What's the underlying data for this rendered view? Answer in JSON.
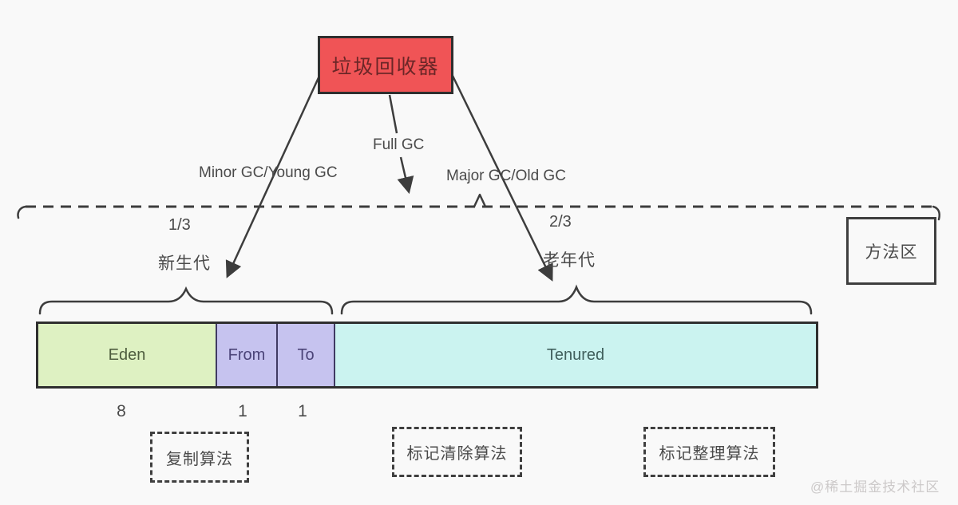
{
  "diagram": {
    "collector": {
      "label": "垃圾回收器"
    },
    "gc_paths": {
      "minor": "Minor GC/Young GC",
      "full": "Full GC",
      "major": "Major GC/Old GC"
    },
    "young_generation": {
      "fraction": "1/3",
      "label": "新生代"
    },
    "old_generation": {
      "fraction": "2/3",
      "label": "老年代"
    },
    "method_area": {
      "label": "方法区"
    },
    "heap_regions": [
      {
        "name": "Eden",
        "ratio": "8"
      },
      {
        "name": "From",
        "ratio": "1"
      },
      {
        "name": "To",
        "ratio": "1"
      },
      {
        "name": "Tenured",
        "ratio": ""
      }
    ],
    "algorithms": [
      {
        "label": "复制算法"
      },
      {
        "label": "标记清除算法"
      },
      {
        "label": "标记整理算法"
      }
    ],
    "watermark": "@稀土掘金技术社区",
    "colors": {
      "collector_box": "#f05456",
      "collector_text": "#6b2627",
      "eden": "#def1c2",
      "survivor": "#c6c3ef",
      "tenured": "#cbf3f0",
      "line": "#3d3d3d",
      "text": "#4a4a4a",
      "background": "#f9f9f9",
      "watermark": "#ccc9c9"
    }
  }
}
